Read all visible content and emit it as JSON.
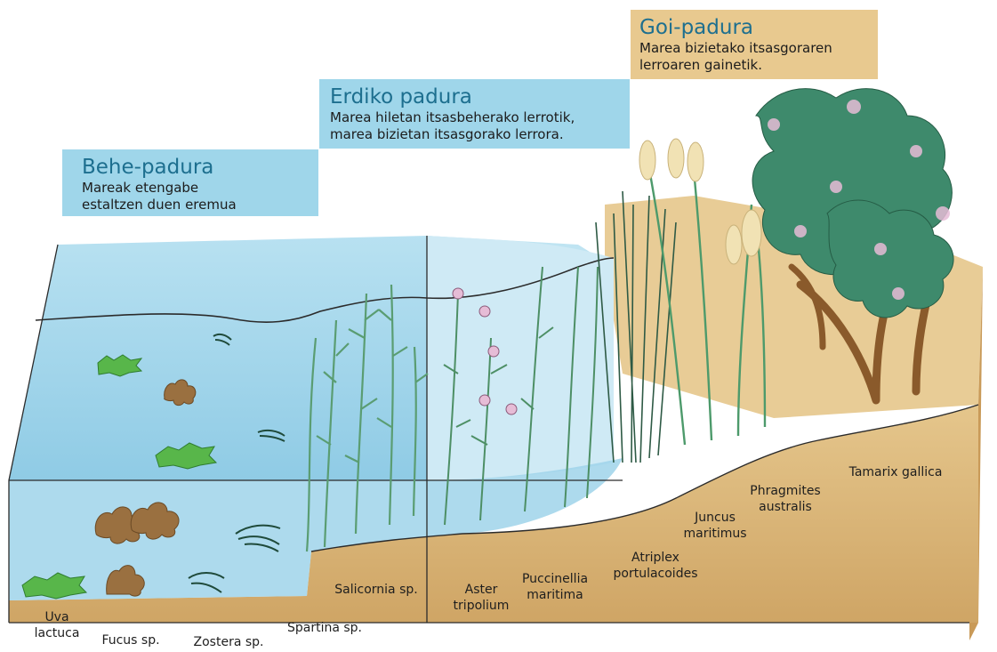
{
  "zones": {
    "low": {
      "title": "Behe-padura",
      "desc_line1": "Mareak etengabe",
      "desc_line2": "estaltzen duen eremua"
    },
    "mid": {
      "title": "Erdiko padura",
      "desc_line1": "Marea hiletan itsasbeherako lerrotik,",
      "desc_line2": "marea bizietan itsasgorako lerrora."
    },
    "high": {
      "title": "Goi-padura",
      "desc_line1": "Marea bizietako itsasgoraren",
      "desc_line2": "lerroaren gainetik."
    }
  },
  "species": [
    {
      "line1": "Uva",
      "line2": "lactuca"
    },
    {
      "line1": "Fucus sp.",
      "line2": ""
    },
    {
      "line1": "Zostera sp.",
      "line2": ""
    },
    {
      "line1": "Spartina sp.",
      "line2": ""
    },
    {
      "line1": "Salicornia sp.",
      "line2": ""
    },
    {
      "line1": "Aster",
      "line2": "tripolium"
    },
    {
      "line1": "Puccinellia",
      "line2": "maritima"
    },
    {
      "line1": "Atriplex",
      "line2": "portulacoides"
    },
    {
      "line1": "Juncus",
      "line2": "maritimus"
    },
    {
      "line1": "Phragmites",
      "line2": "australis"
    },
    {
      "line1": "Tamarix gallica",
      "line2": ""
    }
  ],
  "colors": {
    "water": "#a9d9ee",
    "water_deep": "#8ccbe6",
    "soil_front": "#d9b477",
    "soil_top": "#e8cc96",
    "soil_side": "#c99a58",
    "zone_blue": "#9fd6ea",
    "zone_sand": "#e8c98f",
    "title_blue": "#1d6f8f",
    "plant_green": "#5a9d72",
    "tree_green": "#3e8a6c",
    "trunk_brown": "#8a5a2b",
    "algae_green": "#58b64a",
    "fucus_brown": "#9a7040",
    "flower_pink": "#e6bcd6",
    "reed_plume": "#f1e2b4"
  }
}
